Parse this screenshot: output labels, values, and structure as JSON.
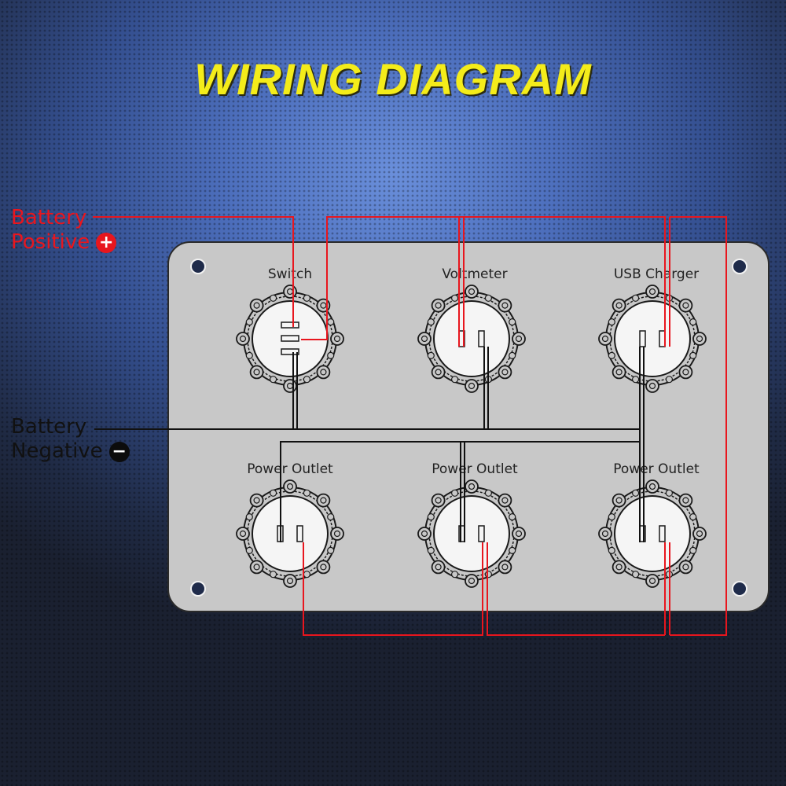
{
  "title": "WIRING DIAGRAM",
  "legend": {
    "positive": {
      "line1": "Battery",
      "line2": "Positive",
      "symbol": "+"
    },
    "negative": {
      "line1": "Battery",
      "line2": "Negative",
      "symbol": "−"
    }
  },
  "components": [
    {
      "label": "Switch",
      "kind": "switch"
    },
    {
      "label": "Voltmeter",
      "kind": "socket"
    },
    {
      "label": "USB Charger",
      "kind": "socket"
    },
    {
      "label": "Power Outlet",
      "kind": "socket"
    },
    {
      "label": "Power Outlet",
      "kind": "socket"
    },
    {
      "label": "Power Outlet",
      "kind": "socket"
    }
  ],
  "colors": {
    "positive_wire": "#e8161e",
    "negative_wire": "#111111",
    "panel": "#c8c8c8",
    "title": "#f4ec1a"
  }
}
